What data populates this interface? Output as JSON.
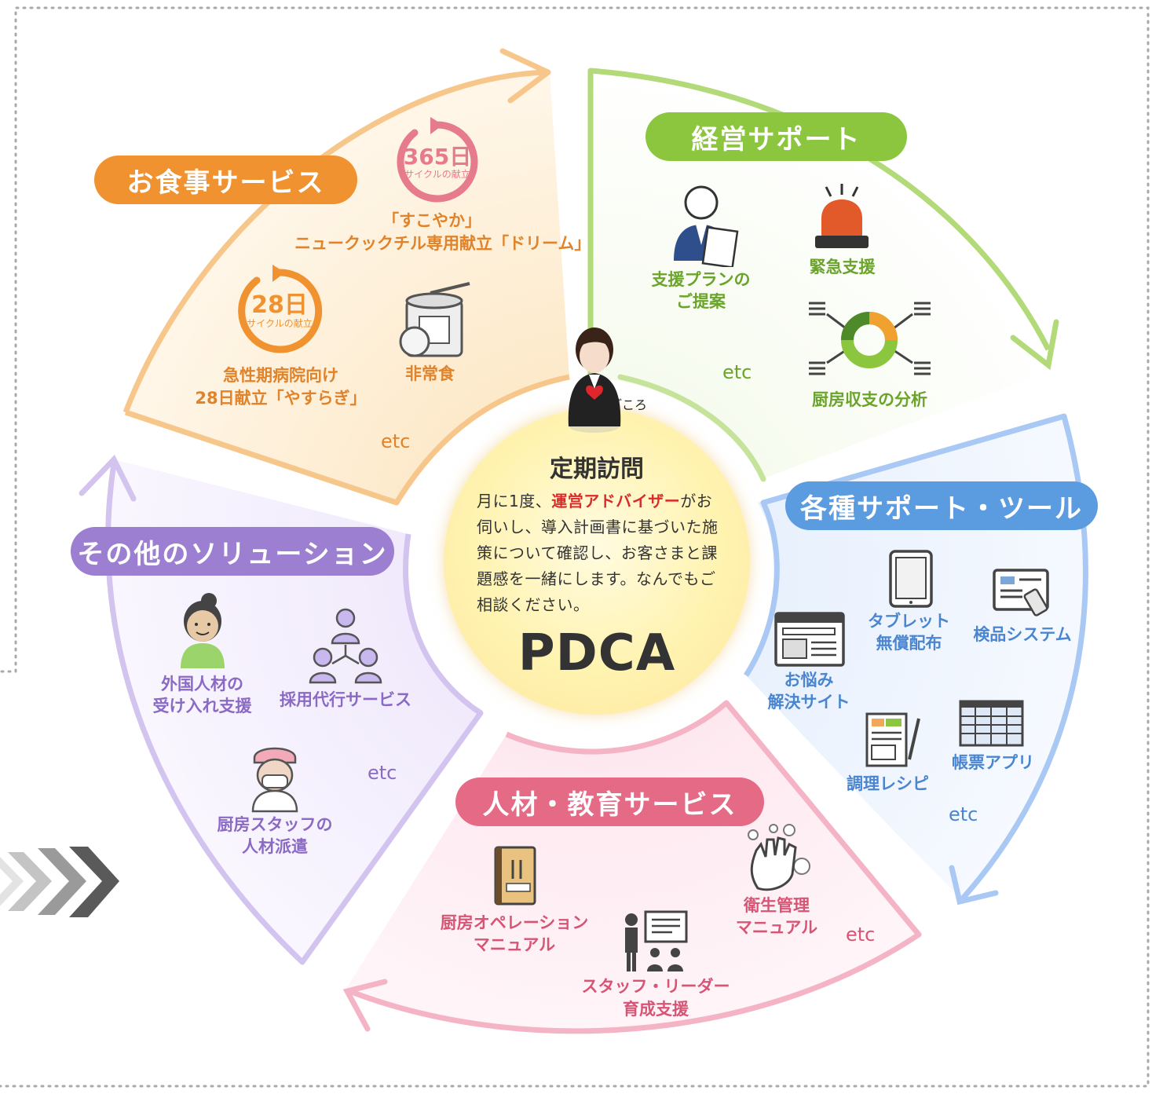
{
  "colors": {
    "orange": "#f0922f",
    "green": "#8cc63f",
    "blue": "#5b9be0",
    "pink": "#e56a85",
    "purple": "#9c7fd0",
    "red_text": "#d92b2b"
  },
  "center": {
    "mascot_label": "まごころ",
    "title": "定期訪問",
    "body_prefix": "月に1度、",
    "body_highlight": "運営アドバイザー",
    "body_rest": "がお伺いし、導入計画書に基づいた施策について確認し、お客さまと課題感を一緒にします。なんでもご相談ください。",
    "pdca": "PDCA"
  },
  "sections": {
    "food": {
      "title": "お食事サービス",
      "badge_365_num": "365日",
      "badge_365_sub": "サイクルの献立",
      "item_365_line1": "「すこやか」",
      "item_365_line2": "ニュークックチル専用献立「ドリーム」",
      "badge_28_num": "28日",
      "badge_28_sub": "サイクルの献立",
      "item_28_line1": "急性期病院向け",
      "item_28_line2": "28日献立「やすらぎ」",
      "emergency_food": "非常食",
      "etc": "etc"
    },
    "management": {
      "title": "経営サポート",
      "plan_line1": "支援プランの",
      "plan_line2": "ご提案",
      "emergency": "緊急支援",
      "analysis": "厨房収支の分析",
      "etc": "etc"
    },
    "tools": {
      "title": "各種サポート・ツール",
      "tablet_line1": "タブレット",
      "tablet_line2": "無償配布",
      "inspection": "検品システム",
      "site_line1": "お悩み",
      "site_line2": "解決サイト",
      "recipe": "調理レシピ",
      "form_app": "帳票アプリ",
      "etc": "etc"
    },
    "hr": {
      "title": "人材・教育サービス",
      "manual_line1": "厨房オペレーション",
      "manual_line2": "マニュアル",
      "hygiene_line1": "衛生管理",
      "hygiene_line2": "マニュアル",
      "leader_line1": "スタッフ・リーダー",
      "leader_line2": "育成支援",
      "etc": "etc"
    },
    "other": {
      "title": "その他のソリューション",
      "foreign_line1": "外国人材の",
      "foreign_line2": "受け入れ支援",
      "recruit": "採用代行サービス",
      "dispatch_line1": "厨房スタッフの",
      "dispatch_line2": "人材派遣",
      "etc": "etc"
    }
  },
  "icons": [
    "cycle-365-icon",
    "cycle-28-icon",
    "canned-food-icon",
    "businessman-icon",
    "alarm-light-icon",
    "donut-chart-icon",
    "tablet-icon",
    "inspection-device-icon",
    "website-icon",
    "recipe-icon",
    "spreadsheet-icon",
    "manual-book-icon",
    "hand-wash-icon",
    "presentation-icon",
    "worker-icon",
    "people-network-icon",
    "masked-staff-icon",
    "chevron-arrows-icon",
    "mascot-icon"
  ]
}
